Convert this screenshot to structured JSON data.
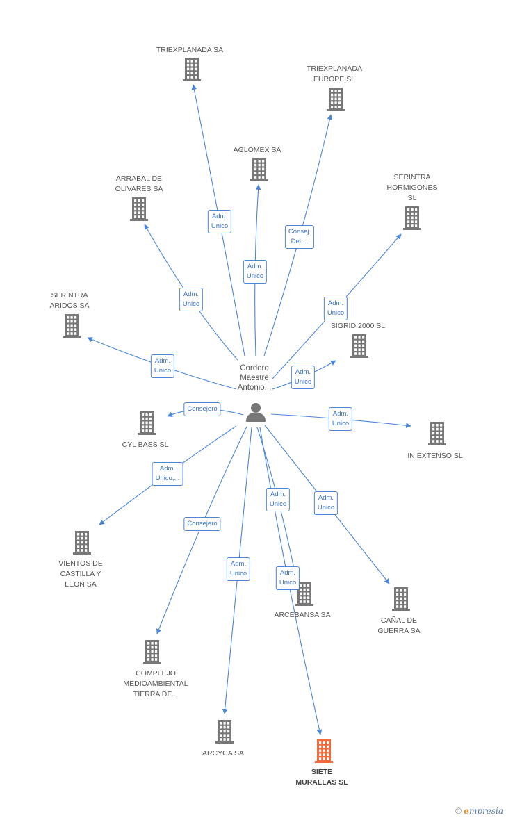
{
  "person": {
    "label": "Cordero\nMaestre\nAntonio..."
  },
  "colors": {
    "edge": "#4a86d8",
    "building": "#777777",
    "highlight": "#f26a3a"
  },
  "companies": [
    {
      "id": "triexplanada",
      "label": "TRIEXPLANADA SA"
    },
    {
      "id": "triexplanada-europe",
      "label": "TRIEXPLANADA\nEUROPE  SL"
    },
    {
      "id": "aglomex",
      "label": "AGLOMEX SA"
    },
    {
      "id": "arrabal",
      "label": "ARRABAL DE\nOLIVARES SA"
    },
    {
      "id": "serintra-hormigones",
      "label": "SERINTRA\nHORMIGONES\nSL"
    },
    {
      "id": "serintra-aridos",
      "label": "SERINTRA\nARIDOS SA"
    },
    {
      "id": "sigrid",
      "label": "SIGRID 2000 SL"
    },
    {
      "id": "cyl-bass",
      "label": "CYL BASS SL"
    },
    {
      "id": "in-extenso",
      "label": "IN EXTENSO SL"
    },
    {
      "id": "vientos",
      "label": "VIENTOS DE\nCASTILLA Y\nLEON SA"
    },
    {
      "id": "arceansa",
      "label": "ARCEBANSA SA"
    },
    {
      "id": "canal",
      "label": "CAÑAL DE\nGUERRA SA"
    },
    {
      "id": "complejo",
      "label": "COMPLEJO\nMEDIOAMBIENTAL\nTIERRA DE..."
    },
    {
      "id": "arcyca",
      "label": "ARCYCA SA"
    },
    {
      "id": "siete",
      "label": "SIETE\nMURALLAS SL",
      "highlight": true
    }
  ],
  "relations": [
    {
      "to": "triexplanada",
      "label": "Adm.\nUnico"
    },
    {
      "to": "triexplanada-europe",
      "label": "Consej.\nDel...."
    },
    {
      "to": "aglomex",
      "label": "Adm.\nUnico"
    },
    {
      "to": "arrabal",
      "label": "Adm.\nUnico"
    },
    {
      "to": "serintra-hormigones",
      "label": "Adm.\nUnico"
    },
    {
      "to": "serintra-aridos",
      "label": "Adm.\nUnico"
    },
    {
      "to": "sigrid",
      "label": "Adm.\nUnico"
    },
    {
      "to": "cyl-bass",
      "label": "Consejero"
    },
    {
      "to": "in-extenso",
      "label": "Adm.\nUnico"
    },
    {
      "to": "vientos",
      "label": "Adm.\nUnico,..."
    },
    {
      "to": "complejo",
      "label": "Consejero"
    },
    {
      "to": "arcyca",
      "label": "Adm.\nUnico"
    },
    {
      "to": "arceansa",
      "label": "Adm.\nUnico"
    },
    {
      "to": "canal",
      "label": "Adm.\nUnico"
    },
    {
      "to": "siete",
      "label": "Adm.\nUnico"
    }
  ],
  "watermark": {
    "symbol": "©",
    "brand_initial": "e",
    "brand_rest": "mpresia"
  }
}
